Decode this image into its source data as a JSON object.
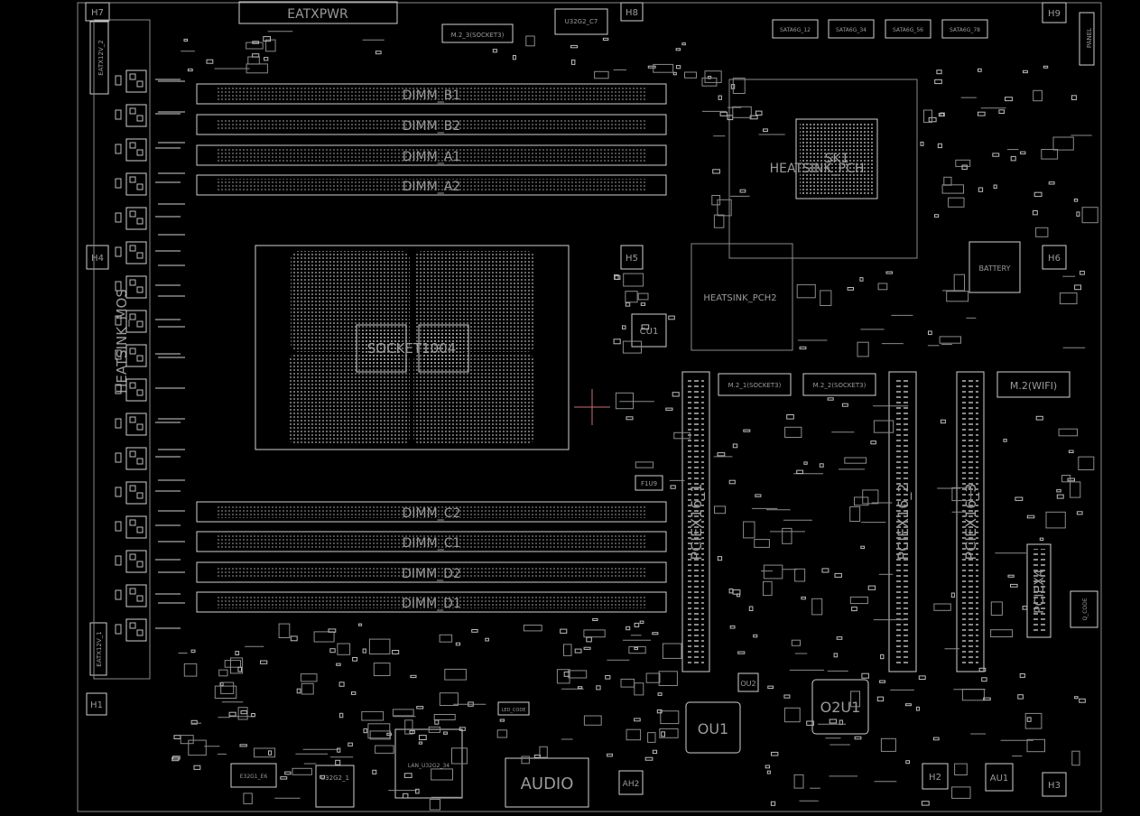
{
  "diagram": {
    "labels": {
      "eatxpwr": "EATXPWR",
      "dimm_b1": "DIMM_B1",
      "dimm_b2": "DIMM_B2",
      "dimm_a1": "DIMM_A1",
      "dimm_a2": "DIMM_A2",
      "dimm_c2": "DIMM_C2",
      "dimm_c1": "DIMM_C1",
      "dimm_d2": "DIMM_D2",
      "dimm_d1": "DIMM_D1",
      "socket": "SOCKET1004",
      "heatsink_mos": "HEATSINK_MOS",
      "heatsink_pch": "HEATSINK_PCH",
      "heatsink_pch2": "HEATSINK_PCH2",
      "pciex16_1": "PCIEX16_1",
      "pciex16_2": "PCIEX16_2",
      "pciex16_3": "PCIEX16_3",
      "pciex4": "PCIEX4",
      "m2_1": "M.2_1(SOCKET3)",
      "m2_2": "M.2_2(SOCKET3)",
      "m2_3": "M.2_3(SOCKET3)",
      "m2_wifi": "M.2(WIFI)",
      "battery": "BATTERY",
      "audio": "AUDIO",
      "ou1": "OU1",
      "o2u1": "O2U1",
      "cu1": "CU1",
      "ou2": "OU2",
      "h1": "H1",
      "h2": "H2",
      "h3": "H3",
      "h4": "H4",
      "h5": "H5",
      "h6": "H6",
      "h7": "H7",
      "h8": "H8",
      "h9": "H9",
      "sk1": "SK1",
      "sata6g_12": "SATA6G_12",
      "sata6g_34": "SATA6G_34",
      "sata6g_56": "SATA6G_56",
      "sata6g_78": "SATA6G_78",
      "u32g2_c7": "U32G2_C7",
      "u32g2_1": "U32G2_1",
      "lan_usb": "LAN_U32G2_34",
      "usb_e": "E32G1_E6",
      "f1u9": "F1U9",
      "au1": "AU1",
      "ah2": "AH2",
      "eatx12v_2": "EATX12V_2",
      "eatx12v_1": "EATX12V_1",
      "panel": "PANEL",
      "led_code": "LED_CODE",
      "q_code": "Q_CODE"
    }
  }
}
